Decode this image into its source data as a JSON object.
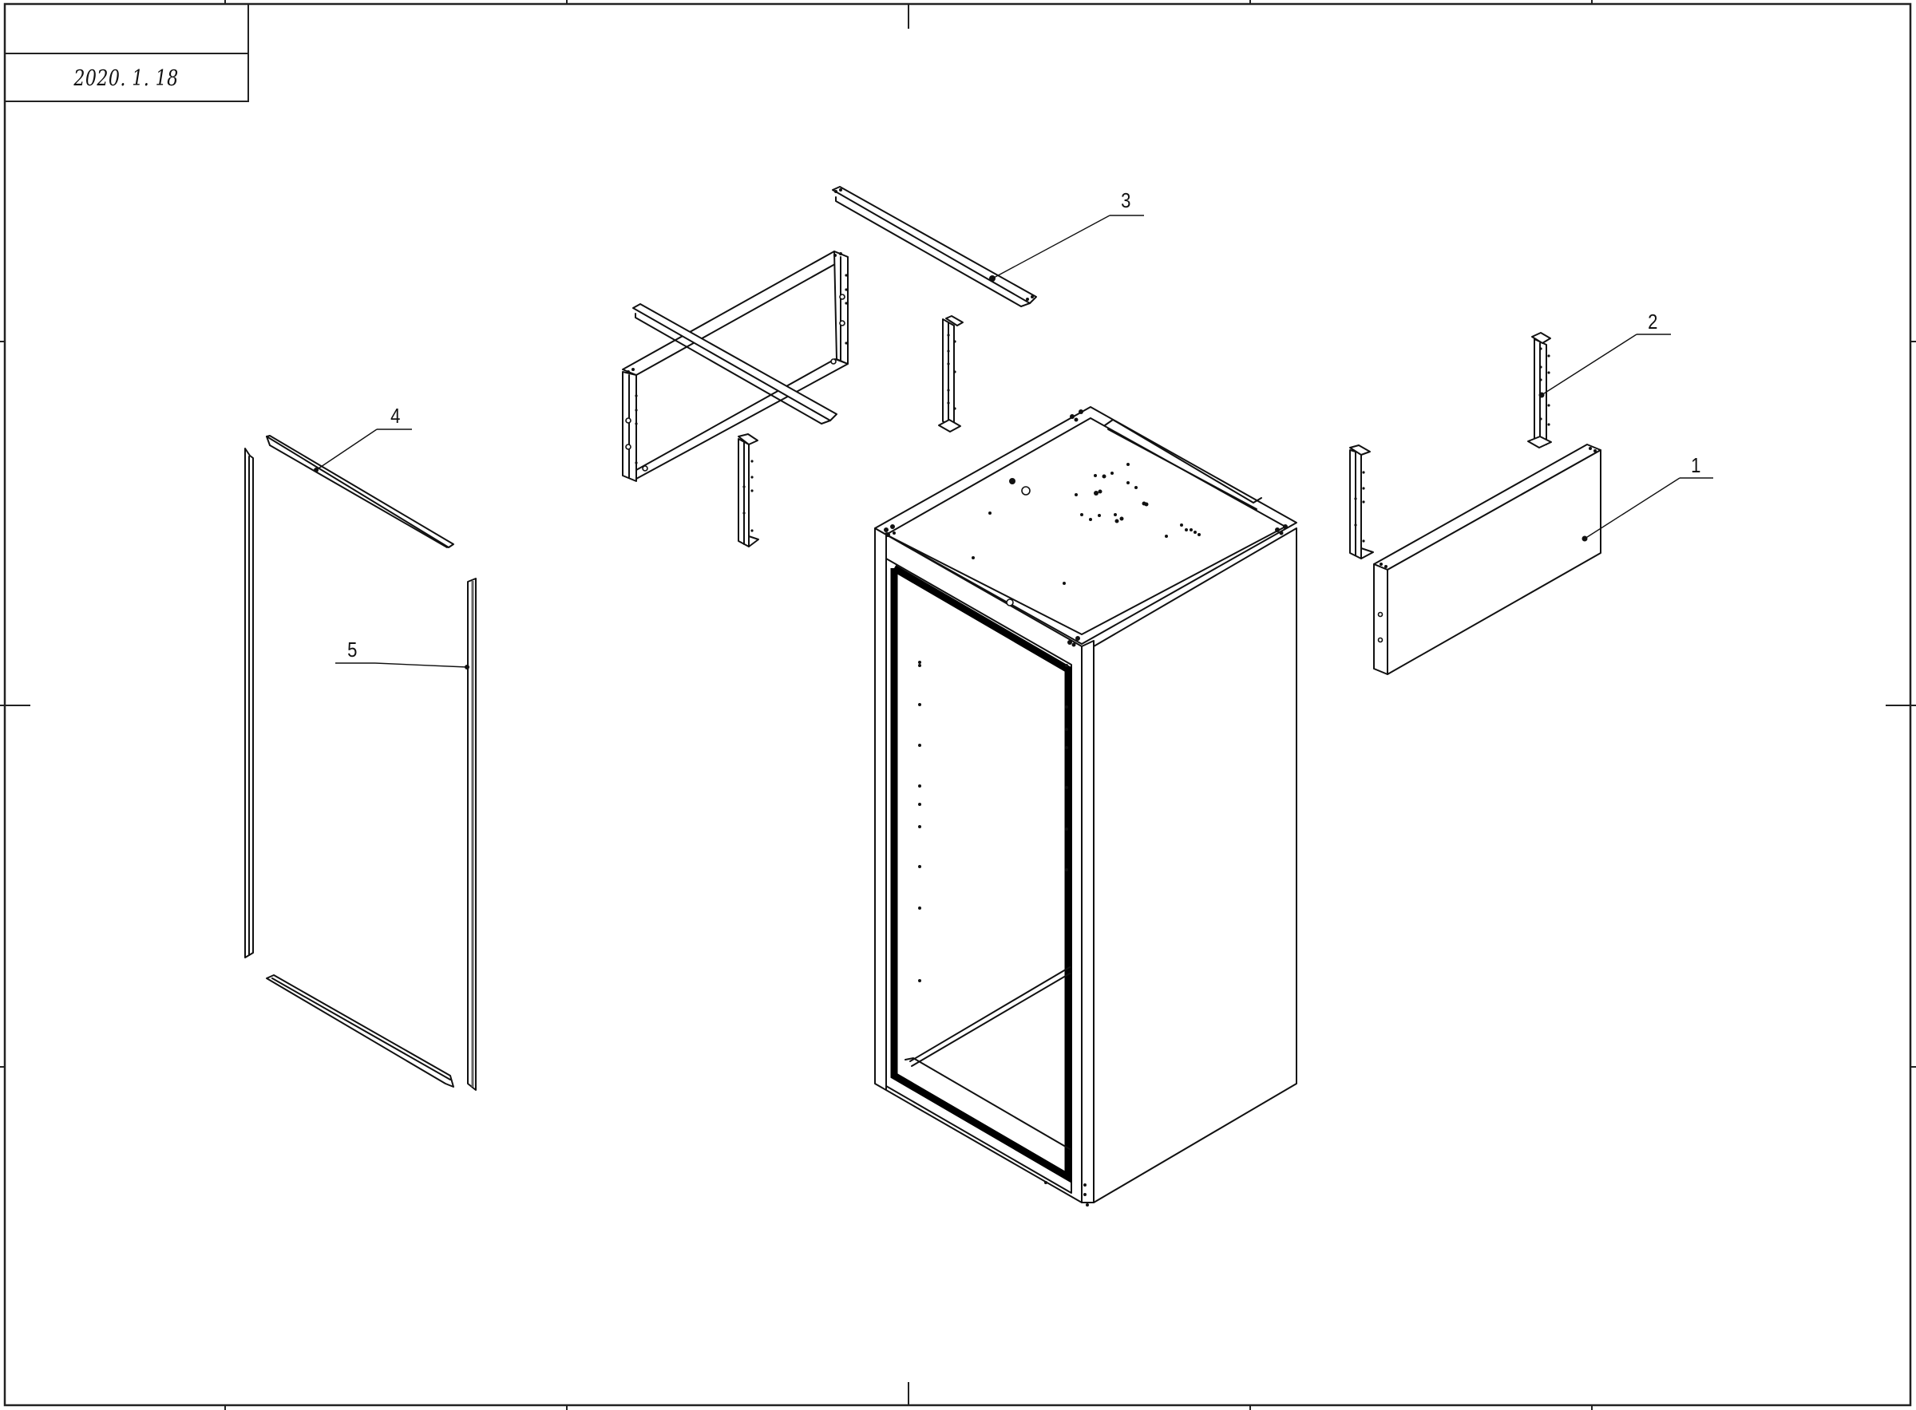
{
  "drawing": {
    "type": "exploded isometric assembly drawing",
    "subject": "steel cabinet enclosure with frame, posts, panel and strips",
    "paper_color": "#ffffff",
    "line_color": "#111111"
  },
  "title_block": {
    "top_cell": "",
    "date": "2020. 1. 18"
  },
  "balloons": [
    {
      "number": "1",
      "part": "side panel / base plinth panel"
    },
    {
      "number": "2",
      "part": "vertical post (right)"
    },
    {
      "number": "3",
      "part": "cross beam (top)"
    },
    {
      "number": "4",
      "part": "top strip (left)"
    },
    {
      "number": "5",
      "part": "vertical strip (left)"
    }
  ],
  "border": {
    "top_ticks_x": [
      282,
      710,
      1138,
      1566,
      1994
    ],
    "side_ticks_y": [
      428,
      884,
      1337
    ]
  }
}
